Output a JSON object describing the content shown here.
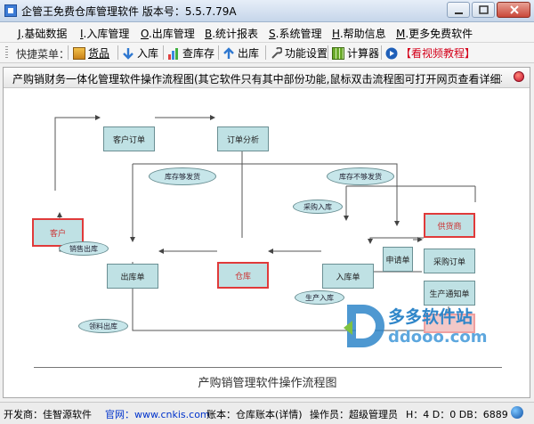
{
  "window": {
    "title": "企管王免费仓库管理软件 版本号：5.5.7.79A"
  },
  "menu": [
    {
      "accel": "J",
      "label": ".基础数据"
    },
    {
      "accel": "I",
      "label": ".入库管理"
    },
    {
      "accel": "O",
      "label": ".出库管理"
    },
    {
      "accel": "B",
      "label": ".统计报表"
    },
    {
      "accel": "S",
      "label": ".系统管理"
    },
    {
      "accel": "H",
      "label": ".帮助信息"
    },
    {
      "accel": "M",
      "label": ".更多免费软件"
    }
  ],
  "toolbar": {
    "label": "快捷菜单：",
    "items": [
      "货品",
      "入库",
      "查库存",
      "出库",
      "功能设置",
      "计算器",
      "【看视频教程】"
    ]
  },
  "panel": {
    "title": "产购销财务一体化管理软件操作流程图(其它软件只有其中部份功能,鼠标双击流程图可打开网页查看详细功能介..."
  },
  "flow": {
    "boxes": {
      "customer_order": "客户订单",
      "order_analysis": "订单分析",
      "customer": "客户",
      "outbound_note": "出库单",
      "warehouse": "仓库",
      "inbound_note": "入库单",
      "request": "申请单",
      "purchase_order": "采购订单",
      "supplier": "供货商",
      "production_notice": "生产通知单"
    },
    "ellipses": {
      "stock_enough": "库存够发货",
      "stock_not_enough": "库存不够发货",
      "purchase_in": "采购入库",
      "sales_out": "销售出库",
      "production_in": "生产入库",
      "material_out": "领料出库"
    },
    "caption": "产购销管理软件操作流程图"
  },
  "watermark": {
    "brand": "多多软件站",
    "url": "ddooo.com"
  },
  "status": {
    "developer_label": "开发商：佳智源软件",
    "website_label": "官网：",
    "website": "www.cnkis.com",
    "account": "账本：仓库账本(详情)",
    "operator": "操作员：超级管理员",
    "counts": "H：4 D：0 DB：6889"
  },
  "colors": {
    "flow_box": "#bfe1e4",
    "flow_red": "#e03a3a",
    "link_blue": "#0033cc",
    "accent_red": "#d4001a"
  }
}
